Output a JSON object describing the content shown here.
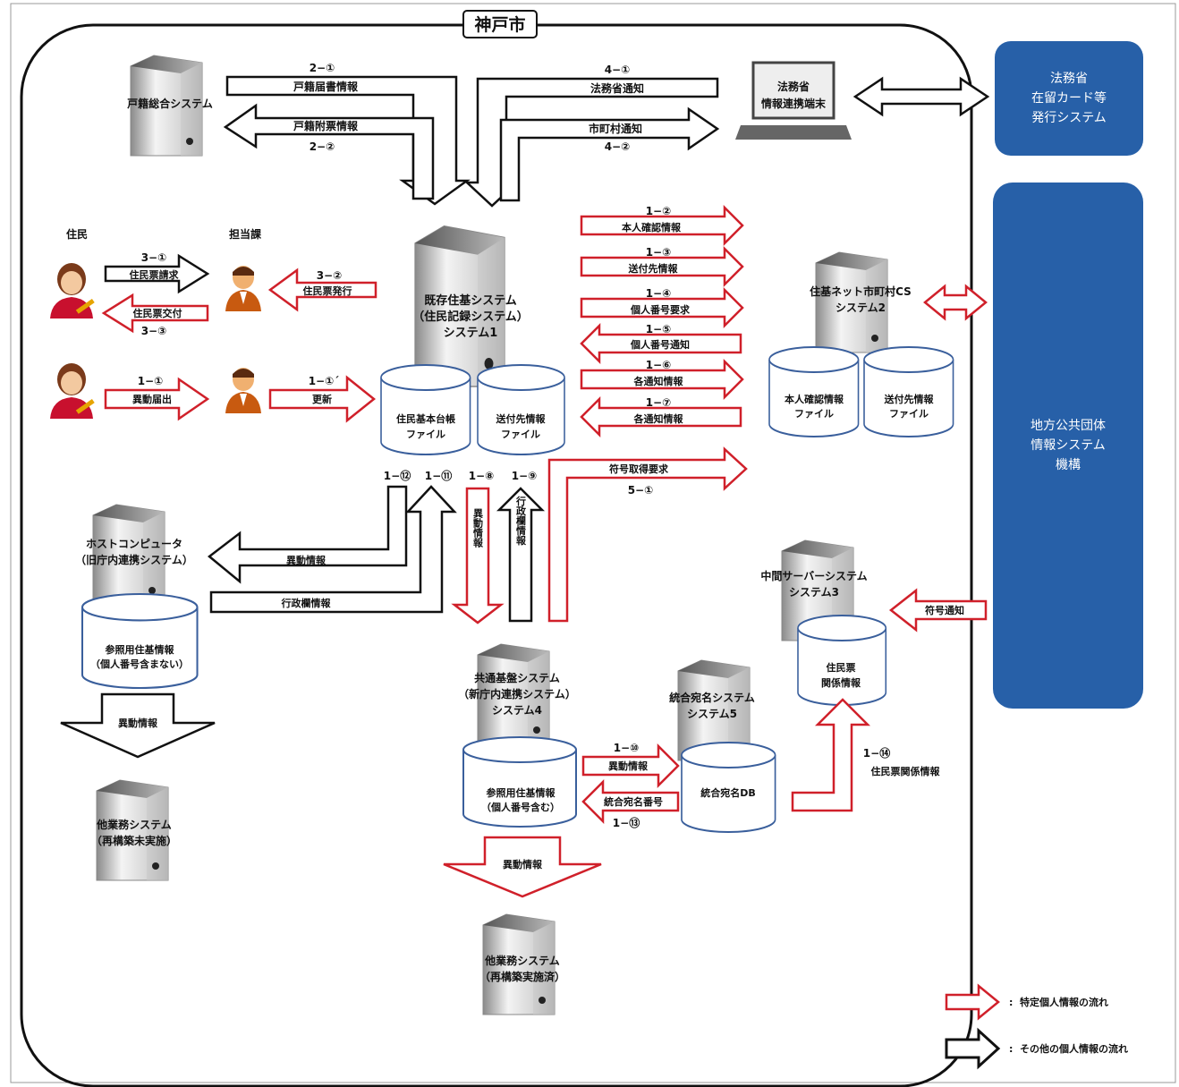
{
  "title": "神戸市",
  "boxes": {
    "moj_line1": "法務省",
    "moj_line2": "在留カード等",
    "moj_line3": "発行システム",
    "jlis_line1": "地方公共団体",
    "jlis_line2": "情報システム",
    "jlis_line3": "機構"
  },
  "systems": {
    "koseki": "戸籍総合システム",
    "moj_terminal_1": "法務省",
    "moj_terminal_2": "情報連携端末",
    "kizon_1": "既存住基システム",
    "kizon_2": "（住民記録システム）",
    "kizon_3": "システム1",
    "csb_1": "住基ネット市町村CS",
    "csb_2": "システム2",
    "host_1": "ホストコンピュータ",
    "host_2": "（旧庁内連携システム）",
    "chukan_1": "中間サーバーシステム",
    "chukan_2": "システム3",
    "kyotsu_1": "共通基盤システム",
    "kyotsu_2": "（新庁内連携システム）",
    "kyotsu_3": "システム4",
    "togo_1": "統合宛名システム",
    "togo_2": "システム5",
    "other_old_1": "他業務システム",
    "other_old_2": "（再構築未実施）",
    "other_new_1": "他業務システム",
    "other_new_2": "（再構築実施済）"
  },
  "files": {
    "jukihon_1": "住民基本台帳",
    "jukihon_2": "ファイル",
    "sofusaki_1": "送付先情報",
    "sofusaki_2": "ファイル",
    "honnin_1": "本人確認情報",
    "honnin_2": "ファイル",
    "sofusaki2_1": "送付先情報",
    "sofusaki2_2": "ファイル",
    "sansho_old_1": "参照用住基情報",
    "sansho_old_2": "（個人番号含まない）",
    "sansho_new_1": "参照用住基情報",
    "sansho_new_2": "（個人番号含む）",
    "togo_db": "統合宛名DB",
    "jumin_1": "住民票",
    "jumin_2": "関係情報"
  },
  "people": {
    "resident": "住民",
    "staff": "担当課"
  },
  "flows": {
    "f2_1_num": "2−①",
    "f2_1": "戸籍届書情報",
    "f2_2": "戸籍附票情報",
    "f2_2_num": "2−②",
    "f4_1_num": "4−①",
    "f4_1": "法務省通知",
    "f4_2": "市町村通知",
    "f4_2_num": "4−②",
    "f3_1_num": "3−①",
    "f3_1": "住民票請求",
    "f3_3": "住民票交付",
    "f3_3_num": "3−③",
    "f3_2_num": "3−②",
    "f3_2": "住民票発行",
    "f1_1_num": "1−①",
    "f1_1": "異動届出",
    "f1_1b_num": "1−①´",
    "f1_1b": "更新",
    "f1_2_num": "1−②",
    "f1_2": "本人確認情報",
    "f1_3_num": "1−③",
    "f1_3": "送付先情報",
    "f1_4_num": "1−④",
    "f1_4": "個人番号要求",
    "f1_5_num": "1−⑤",
    "f1_5": "個人番号通知",
    "f1_6_num": "1−⑥",
    "f1_6": "各通知情報",
    "f1_7_num": "1−⑦",
    "f1_7": "各通知情報",
    "f5_1": "符号取得要求",
    "f5_1_num": "5−①",
    "f1_12_num": "1−⑫",
    "f1_11_num": "1−⑪",
    "f1_8_num": "1−⑧",
    "f1_9_num": "1−⑨",
    "ido": "異動情報",
    "gyosei": "行政欄情報",
    "f1_8_v": "異動情報",
    "f1_9_v": "行政欄情報",
    "host_ido": "異動情報",
    "fugo": "符号通知",
    "f1_10_num": "1−⑩",
    "f1_10": "異動情報",
    "f1_13": "統合宛名番号",
    "f1_13_num": "1−⑬",
    "f1_14_num": "1−⑭",
    "f1_14": "住民票関係情報",
    "kyotsu_ido": "異動情報"
  },
  "legend": {
    "red": "特定個人情報の流れ",
    "black": "その他の個人情報の流れ"
  },
  "colors": {
    "red_arrow": "#d0202a",
    "black_arrow": "#111111",
    "blue_box": "#2760a8",
    "db_stroke": "#3a5f9c"
  }
}
